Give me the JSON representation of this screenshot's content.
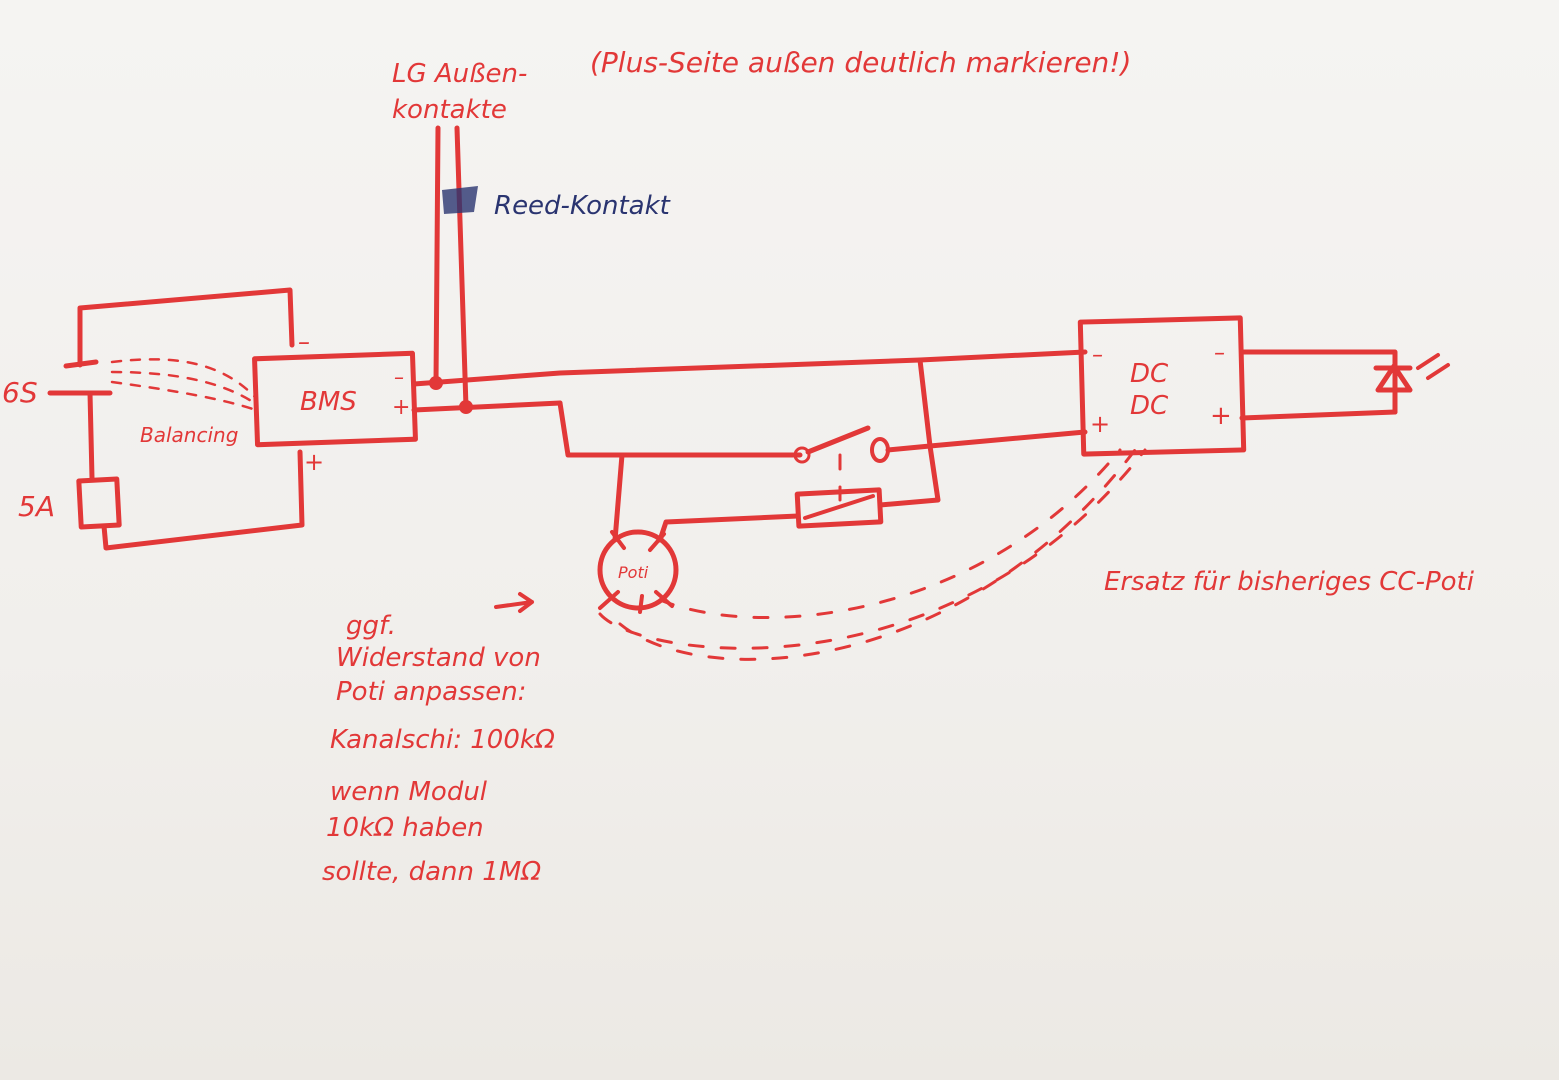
{
  "labels": {
    "lg_line1": "LG Außen-",
    "lg_line2": "kontakte",
    "plus_note": "(Plus-Seite außen deutlich markieren!)",
    "reed": "Reed-Kontakt",
    "cells": "6S",
    "fuse": "5A",
    "balancing": "Balancing",
    "bms": "BMS",
    "bms_minus_top": "–",
    "bms_minus_side": "–",
    "bms_plus_side": "+",
    "bms_plus_bottom": "+",
    "dc_top": "DC",
    "dc_bottom": "DC",
    "dc_in_minus": "–",
    "dc_in_plus": "+",
    "dc_out_minus": "–",
    "dc_out_plus": "+",
    "poti": "Poti",
    "replacement": "Ersatz für bisheriges CC-Poti",
    "gg": "ggf.",
    "arrow": "→"
  },
  "note": [
    "Widerstand von",
    "Poti anpassen:",
    "Kanalschi: 100kΩ",
    "wenn Modul",
    "10kΩ haben",
    "sollte, dann 1MΩ"
  ],
  "colors": {
    "ink_red": "#e23838",
    "ink_blue": "#2a3470",
    "paper": "#f3f1ee"
  }
}
